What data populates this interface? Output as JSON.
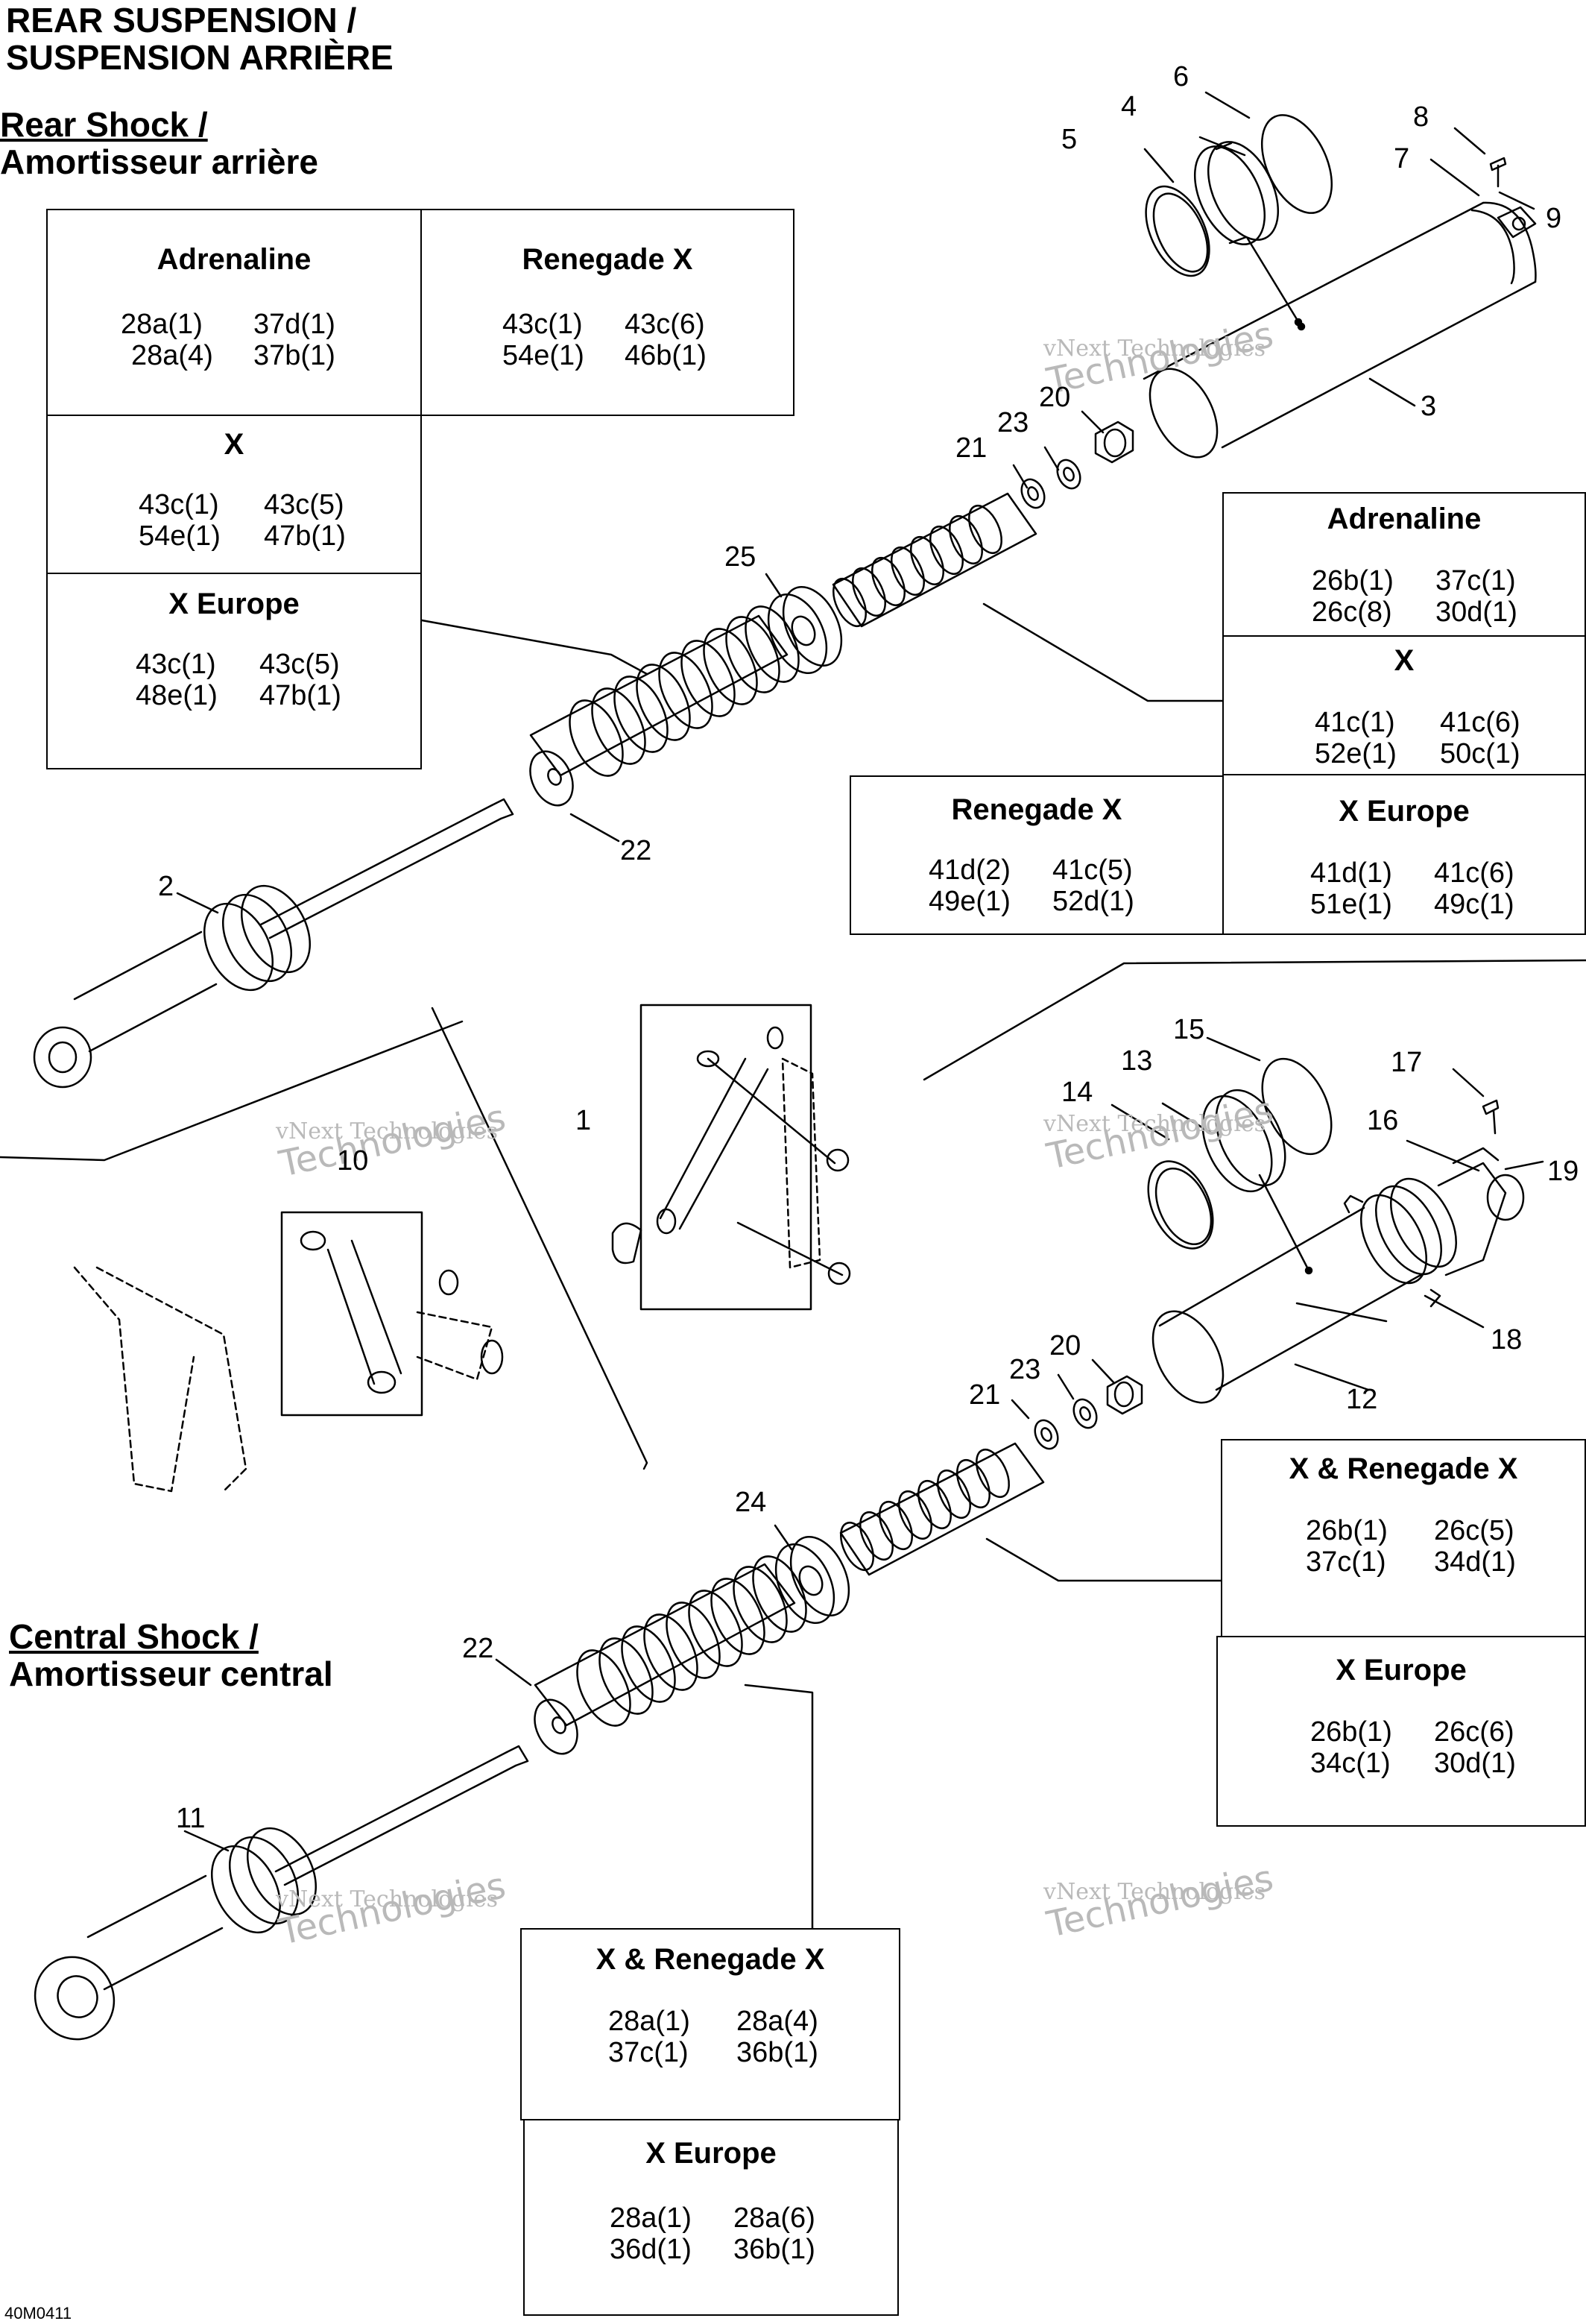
{
  "header": {
    "title_en": "REAR SUSPENSION /",
    "title_fr": "SUSPENSION ARRIÈRE",
    "rear_shock_en": "Rear Shock /",
    "rear_shock_fr": "Amortisseur arrière",
    "central_shock_en": "Central Shock /",
    "central_shock_fr": "Amortisseur central"
  },
  "watermark": {
    "line1": "vNext Technologies",
    "line2": "Technologies"
  },
  "footer": {
    "drawing_code": "40M0411"
  },
  "callouts": {
    "c1": "1",
    "c2": "2",
    "c3": "3",
    "c4": "4",
    "c5": "5",
    "c6": "6",
    "c7": "7",
    "c8": "8",
    "c9": "9",
    "c10": "10",
    "c11": "11",
    "c12": "12",
    "c13": "13",
    "c14": "14",
    "c15": "15",
    "c16": "16",
    "c17": "17",
    "c18": "18",
    "c19": "19",
    "c20a": "20",
    "c20b": "20",
    "c21a": "21",
    "c21b": "21",
    "c22a": "22",
    "c22b": "22",
    "c23a": "23",
    "c23b": "23",
    "c24": "24",
    "c25": "25"
  },
  "tables": {
    "t1": {
      "title": "Adrenaline",
      "r1c1": "28a(1)",
      "r1c2": "37d(1)",
      "r2c1": "28a(4)",
      "r2c2": "37b(1)"
    },
    "t2": {
      "title": "Renegade X",
      "r1c1": "43c(1)",
      "r1c2": "43c(6)",
      "r2c1": "54e(1)",
      "r2c2": "46b(1)"
    },
    "t3": {
      "title": "X",
      "r1c1": "43c(1)",
      "r1c2": "43c(5)",
      "r2c1": "54e(1)",
      "r2c2": "47b(1)"
    },
    "t4": {
      "title": "X Europe",
      "r1c1": "43c(1)",
      "r1c2": "43c(5)",
      "r2c1": "48e(1)",
      "r2c2": "47b(1)"
    },
    "t5": {
      "title": "Adrenaline",
      "r1c1": "26b(1)",
      "r1c2": "37c(1)",
      "r2c1": "26c(8)",
      "r2c2": "30d(1)"
    },
    "t6": {
      "title": "X",
      "r1c1": "41c(1)",
      "r1c2": "41c(6)",
      "r2c1": "52e(1)",
      "r2c2": "50c(1)"
    },
    "t7": {
      "title": "Renegade X",
      "r1c1": "41d(2)",
      "r1c2": "41c(5)",
      "r2c1": "49e(1)",
      "r2c2": "52d(1)"
    },
    "t8": {
      "title": "X Europe",
      "r1c1": "41d(1)",
      "r1c2": "41c(6)",
      "r2c1": "51e(1)",
      "r2c2": "49c(1)"
    },
    "t9": {
      "title": "X & Renegade X",
      "r1c1": "26b(1)",
      "r1c2": "26c(5)",
      "r2c1": "37c(1)",
      "r2c2": "34d(1)"
    },
    "t10": {
      "title": "X Europe",
      "r1c1": "26b(1)",
      "r1c2": "26c(6)",
      "r2c1": "34c(1)",
      "r2c2": "30d(1)"
    },
    "t11": {
      "title": "X & Renegade X",
      "r1c1": "28a(1)",
      "r1c2": "28a(4)",
      "r2c1": "37c(1)",
      "r2c2": "36b(1)"
    },
    "t12": {
      "title": "X Europe",
      "r1c1": "28a(1)",
      "r1c2": "28a(6)",
      "r2c1": "36d(1)",
      "r2c2": "36b(1)"
    }
  }
}
